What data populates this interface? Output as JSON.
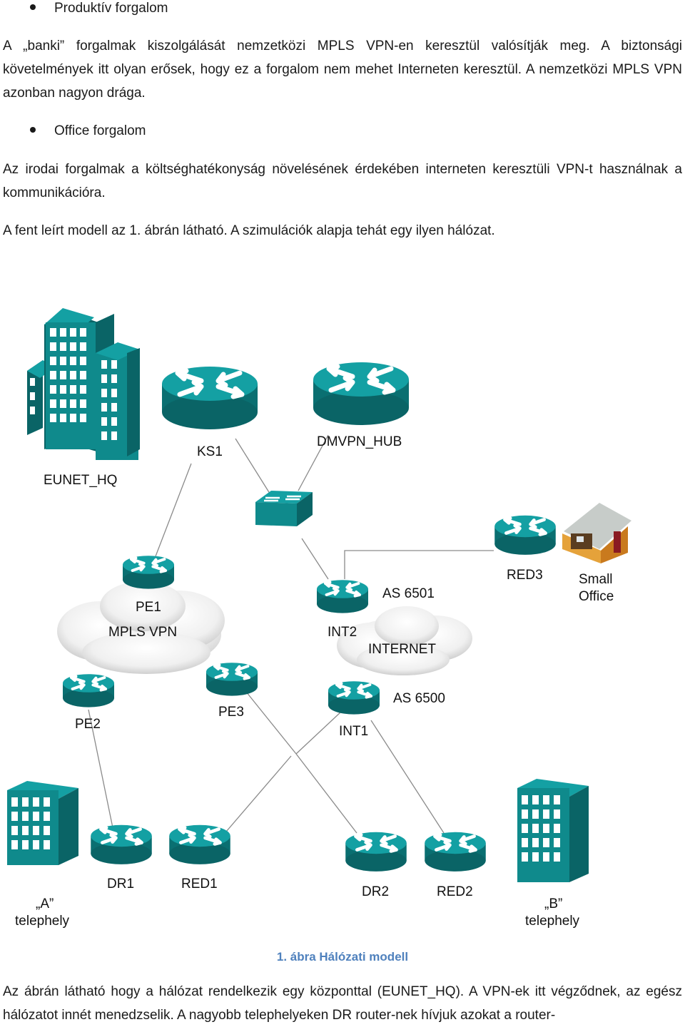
{
  "text": {
    "bullet1": "Produktív forgalom",
    "p1": "A „banki” forgalmak kiszolgálását nemzetközi MPLS VPN-en keresztül valósítják meg. A biztonsági követelmények itt olyan erősek, hogy ez a forgalom nem mehet Interneten keresztül. A nemzetközi MPLS VPN azonban nagyon drága.",
    "bullet2": "Office forgalom",
    "p2": "Az irodai forgalmak a költséghatékonyság növelésének érdekében interneten keresztüli VPN-t használnak a kommunikációra.",
    "p3": "A fent leírt modell az 1. ábrán látható. A szimulációk alapja tehát egy ilyen hálózat.",
    "caption": "1. ábra Hálózati modell",
    "p4": "Az ábrán látható hogy a hálózat rendelkezik egy központtal (EUNET_HQ). A VPN-ek itt végződnek, az egész hálózatot innét menedzselik. A nagyobb telephelyeken DR router-nek hívjuk azokat a router-"
  },
  "diagram": {
    "labels": {
      "eunet_hq": "EUNET_HQ",
      "ks1": "KS1",
      "dmvpn_hub": "DMVPN_HUB",
      "red3": "RED3",
      "small_office_1": "Small",
      "small_office_2": "Office",
      "pe1": "PE1",
      "mpls_vpn": "MPLS VPN",
      "as6501": "AS 6501",
      "int2": "INT2",
      "internet": "INTERNET",
      "pe2": "PE2",
      "pe3": "PE3",
      "as6500": "AS 6500",
      "int1": "INT1",
      "dr1": "DR1",
      "red1": "RED1",
      "dr2": "DR2",
      "red2": "RED2",
      "site_a_1": "„A”",
      "site_a_2": "telephely",
      "site_b_1": "„B”",
      "site_b_2": "telephely"
    },
    "icons": {
      "router": "router-icon",
      "switch": "switch-icon",
      "building": "building-icon",
      "house": "house-icon",
      "cloud": "cloud-icon"
    },
    "colors": {
      "device": "#0f8a8c",
      "device_dark": "#0a6466",
      "caption": "#4f81bd",
      "link": "#8a8a8a"
    }
  }
}
